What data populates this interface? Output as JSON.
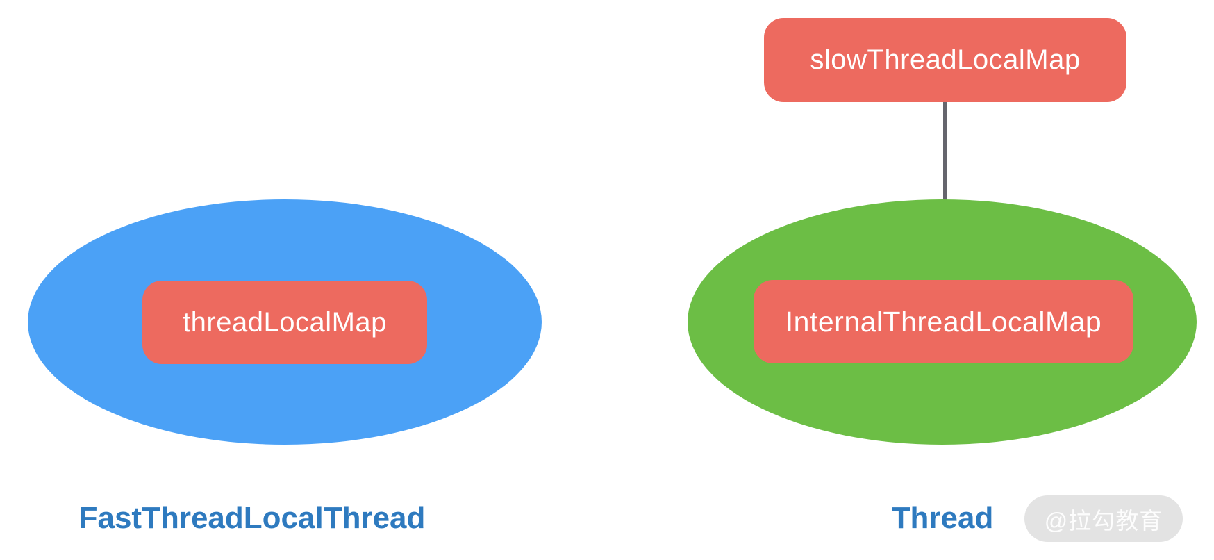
{
  "colors": {
    "blue_ellipse": "#4BA1F6",
    "green_ellipse": "#6CBE45",
    "node_fill": "#ED6A5F",
    "node_text": "#FFFFFF",
    "caption_text": "#2E7ABF",
    "arrow": "#65656D",
    "watermark_bg": "#E3E3E3",
    "watermark_text": "#FDFDFD"
  },
  "diagram": {
    "left_group": {
      "node_label": "threadLocalMap",
      "caption": "FastThreadLocalThread"
    },
    "right_group": {
      "outer_node_label": "slowThreadLocalMap",
      "inner_node_label": "InternalThreadLocalMap",
      "caption": "Thread"
    }
  },
  "watermark": {
    "text": "@拉勾教育"
  }
}
